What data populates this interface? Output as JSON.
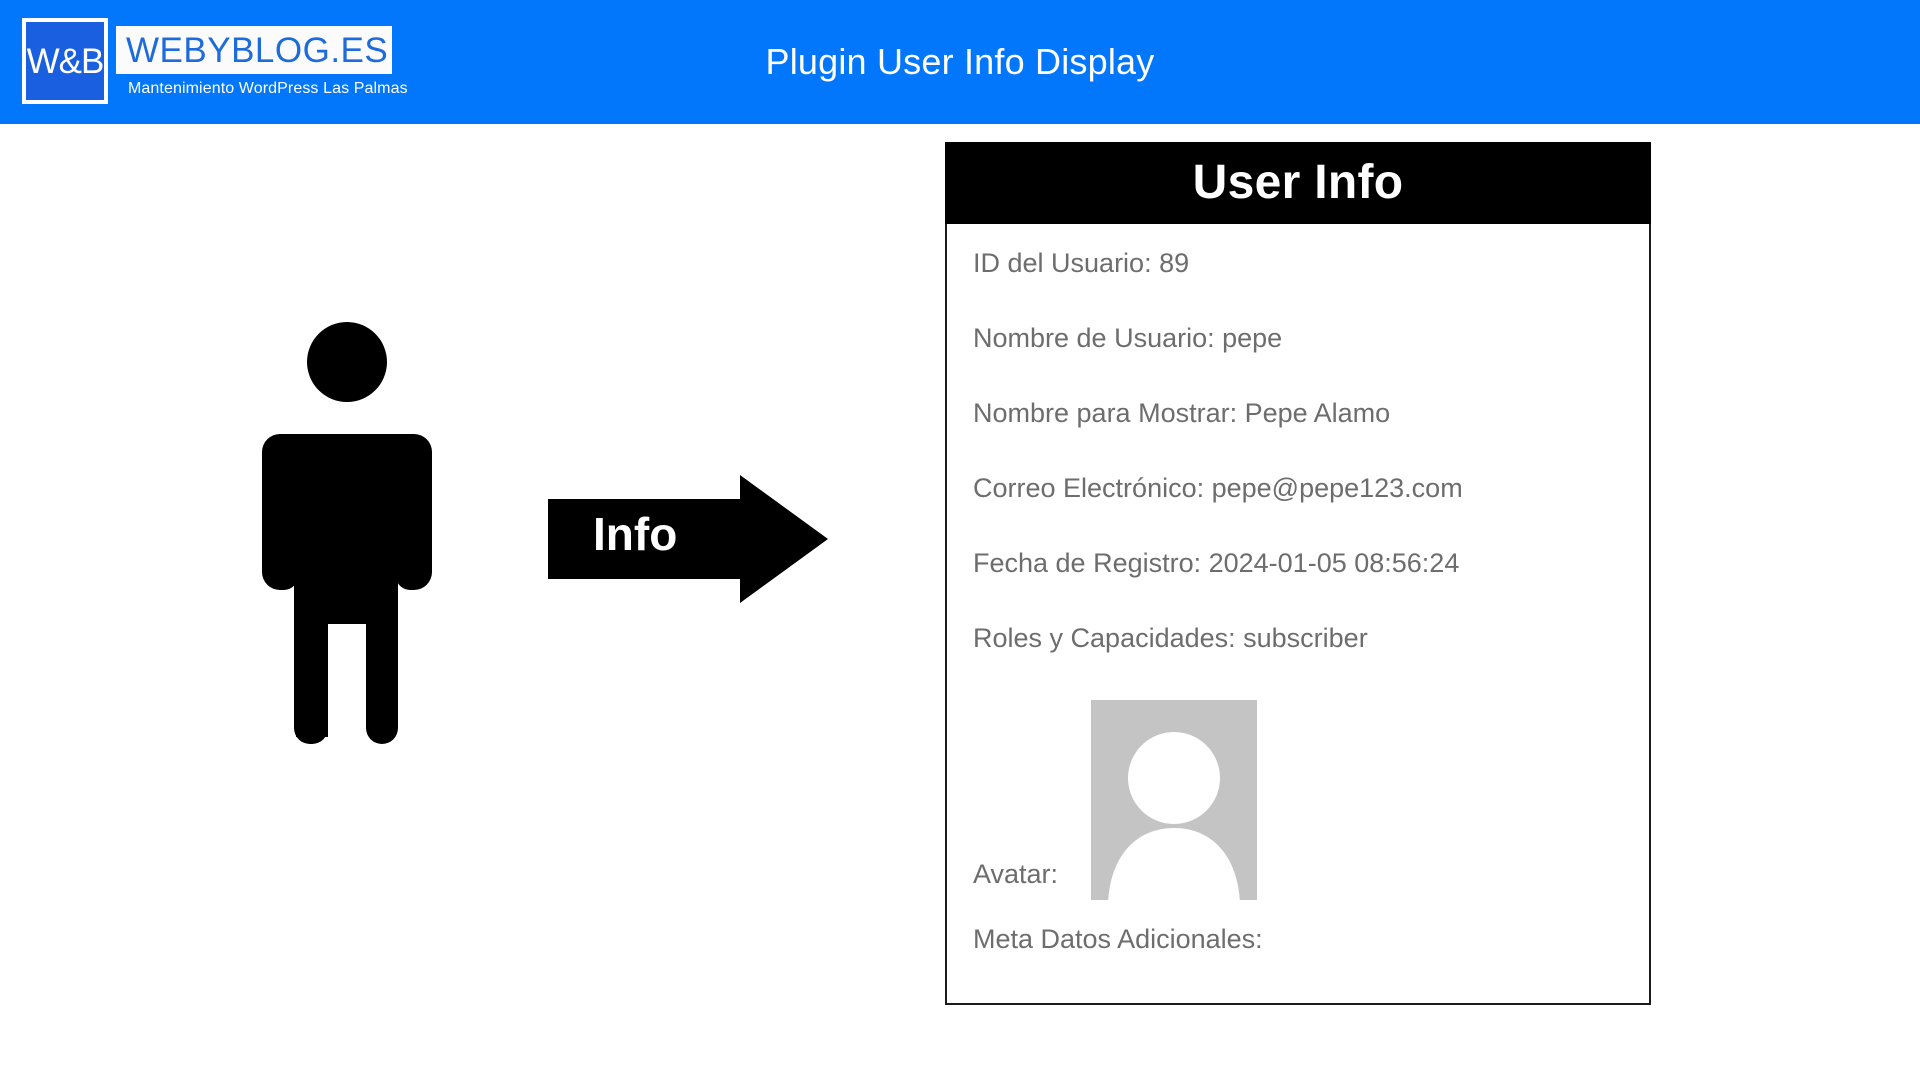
{
  "header": {
    "title": "Plugin User Info Display",
    "background_color": "#0377fc",
    "logo": {
      "mark": "W&B",
      "wordmark": "WEBYBLOG.ES",
      "tagline": "Mantenimiento WordPress Las Palmas",
      "mark_color": "#1a5fe0",
      "wordmark_color": "#1e6bdb"
    }
  },
  "diagram": {
    "person_icon": "person-icon",
    "arrow_label": "Info",
    "arrow_color": "#000000"
  },
  "card": {
    "title": "User Info",
    "header_background": "#000000",
    "text_color": "#6d6d6d",
    "fields": [
      {
        "label": "ID del Usuario",
        "value": "89",
        "text": "ID del Usuario: 89"
      },
      {
        "label": "Nombre de Usuario",
        "value": "pepe",
        "text": "Nombre de Usuario: pepe"
      },
      {
        "label": "Nombre para Mostrar",
        "value": "Pepe Alamo",
        "text": "Nombre para Mostrar: Pepe Alamo"
      },
      {
        "label": "Correo Electrónico",
        "value": "pepe@pepe123.com",
        "text": "Correo Electrónico: pepe@pepe123.com"
      },
      {
        "label": "Fecha de Registro",
        "value": "2024-01-05 08:56:24",
        "text": "Fecha de Registro: 2024-01-05 08:56:24"
      },
      {
        "label": "Roles y Capacidades",
        "value": "subscriber",
        "text": "Roles y Capacidades: subscriber"
      }
    ],
    "avatar": {
      "label": "Avatar:",
      "placeholder_background": "#c4c4c4",
      "placeholder_silhouette": "#ffffff"
    },
    "meta": {
      "label": "Meta Datos Adicionales:",
      "value": ""
    }
  }
}
